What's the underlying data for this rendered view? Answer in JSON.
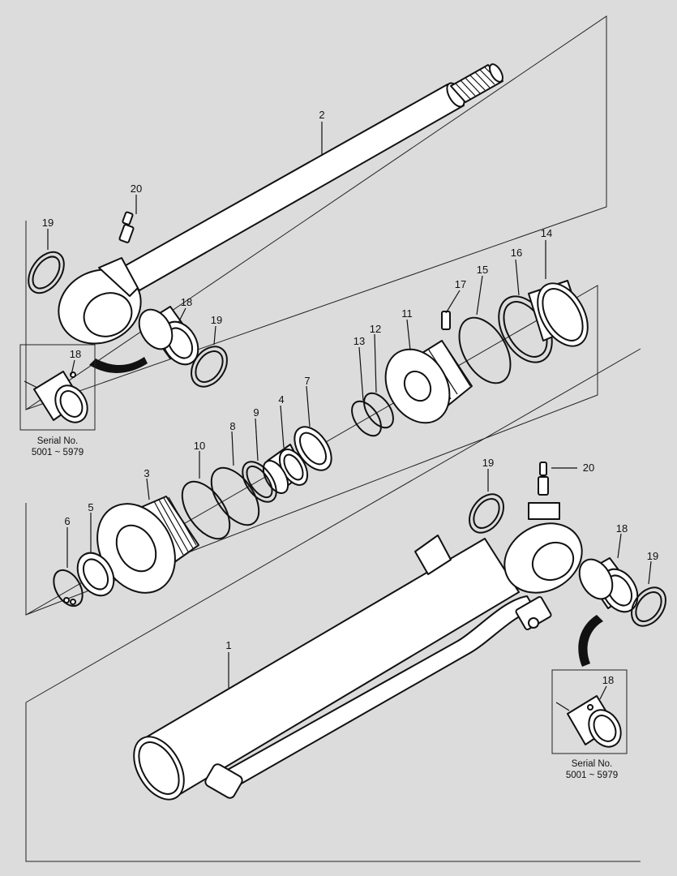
{
  "callouts": [
    {
      "id": "c1",
      "text": "1"
    },
    {
      "id": "c2",
      "text": "2"
    },
    {
      "id": "c3",
      "text": "3"
    },
    {
      "id": "c4",
      "text": "4"
    },
    {
      "id": "c5",
      "text": "5"
    },
    {
      "id": "c6",
      "text": "6"
    },
    {
      "id": "c7",
      "text": "7"
    },
    {
      "id": "c8",
      "text": "8"
    },
    {
      "id": "c9",
      "text": "9"
    },
    {
      "id": "c10",
      "text": "10"
    },
    {
      "id": "c11",
      "text": "11"
    },
    {
      "id": "c12",
      "text": "12"
    },
    {
      "id": "c13",
      "text": "13"
    },
    {
      "id": "c14",
      "text": "14"
    },
    {
      "id": "c15",
      "text": "15"
    },
    {
      "id": "c16",
      "text": "16"
    },
    {
      "id": "c17",
      "text": "17"
    },
    {
      "id": "c18a",
      "text": "18"
    },
    {
      "id": "c18b",
      "text": "18"
    },
    {
      "id": "c18c",
      "text": "18"
    },
    {
      "id": "c18d",
      "text": "18"
    },
    {
      "id": "c19a",
      "text": "19"
    },
    {
      "id": "c19b",
      "text": "19"
    },
    {
      "id": "c19c",
      "text": "19"
    },
    {
      "id": "c19d",
      "text": "19"
    },
    {
      "id": "c20a",
      "text": "20"
    },
    {
      "id": "c20b",
      "text": "20"
    }
  ],
  "insets": {
    "left": {
      "serial_label": "Serial No.",
      "serial_range": "5001 ~ 5979"
    },
    "right": {
      "serial_label": "Serial No.",
      "serial_range": "5001 ~ 5979"
    }
  },
  "colors": {
    "background": "#dcdcdc",
    "line": "#111111",
    "fill": "#ffffff"
  }
}
